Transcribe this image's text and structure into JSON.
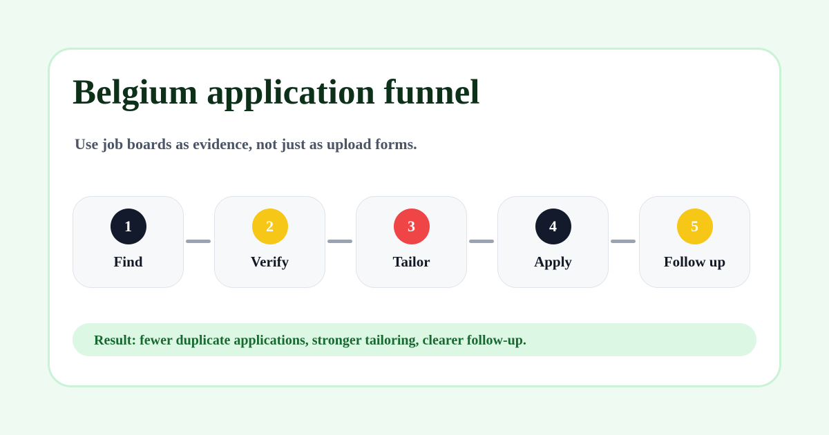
{
  "title": "Belgium application funnel",
  "subtitle": "Use job boards as evidence, not just as upload forms.",
  "steps": [
    {
      "number": "1",
      "label": "Find",
      "color": "#131a2b"
    },
    {
      "number": "2",
      "label": "Verify",
      "color": "#f6c716"
    },
    {
      "number": "3",
      "label": "Tailor",
      "color": "#ef4547"
    },
    {
      "number": "4",
      "label": "Apply",
      "color": "#131a2b"
    },
    {
      "number": "5",
      "label": "Follow up",
      "color": "#f6c716"
    }
  ],
  "result": "Result: fewer duplicate applications, stronger tailoring, clearer follow-up.",
  "colors": {
    "background": "#effbf2",
    "card_border": "#c9f2d6",
    "title": "#0d3019",
    "result_bg": "#dcf8e5",
    "result_text": "#17692f",
    "connector": "#9aa3b1"
  }
}
